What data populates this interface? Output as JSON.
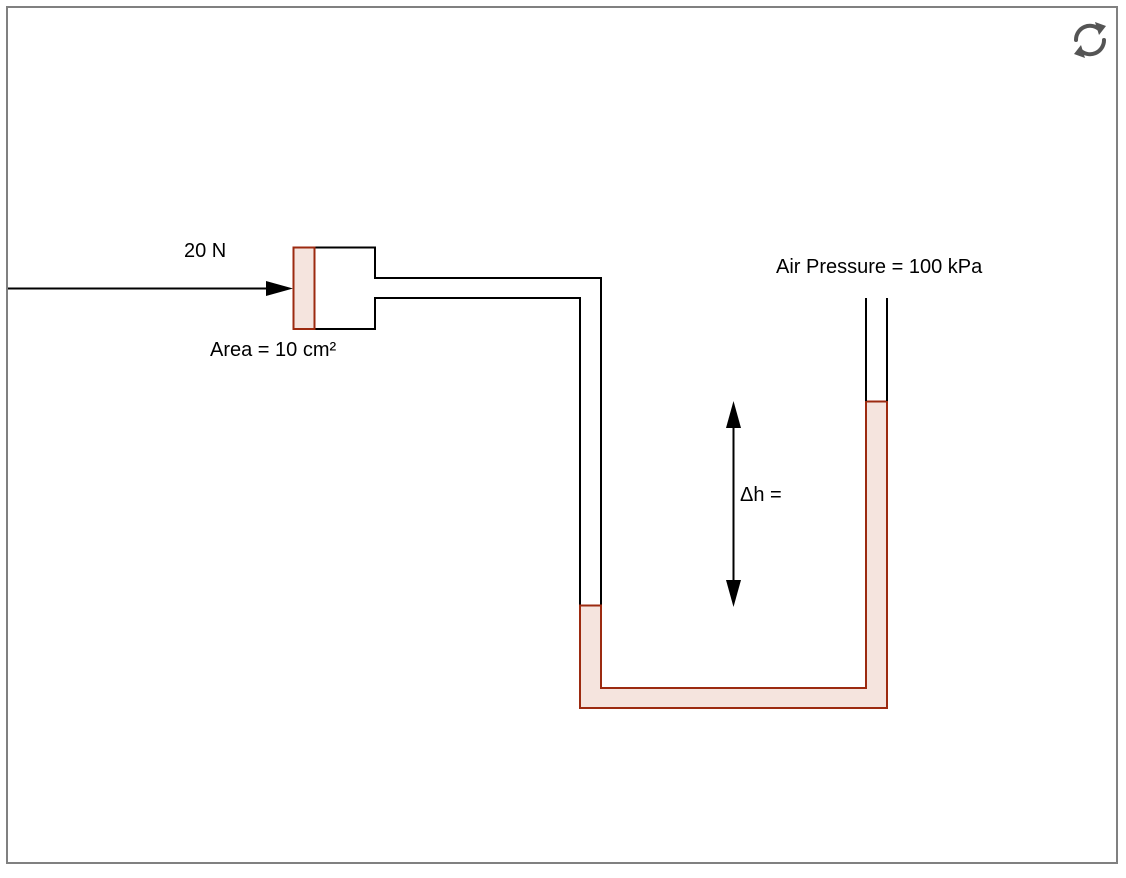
{
  "diagram": {
    "title": "Hydraulic piston and U-tube manometer",
    "force_label": "20 N",
    "area_label": "Area = 10 cm²",
    "air_pressure_label": "Air Pressure = 100 kPa",
    "delta_h_label": "Δh =",
    "values": {
      "force": {
        "value": 20,
        "unit": "N"
      },
      "piston_area": {
        "value": 10,
        "unit": "cm²"
      },
      "air_pressure": {
        "value": 100,
        "unit": "kPa"
      },
      "delta_h": {
        "value": null,
        "unit": ""
      }
    }
  },
  "controls": {
    "reload_icon": "reload-icon"
  },
  "colors": {
    "frame_border": "#808080",
    "line": "#000000",
    "liquid_fill": "#f5e4de",
    "liquid_stroke": "#9c2a10",
    "icon": "#555555"
  }
}
